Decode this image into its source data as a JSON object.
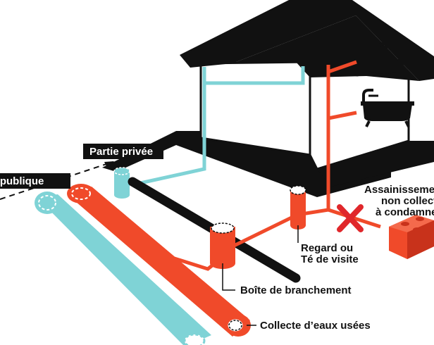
{
  "labels": {
    "partie_privee": "Partie privée",
    "partie_publique": "Partie publique",
    "assainissement_line1": "Assainissement",
    "assainissement_line2": "non collectif",
    "assainissement_line3": "à condamner",
    "regard_line1": "Regard ou",
    "regard_line2": "Té de visite",
    "boite": "Boîte de branchement",
    "collecte": "Collecte d’eaux usées"
  },
  "colors": {
    "red": "#F04A2A",
    "dark_red": "#C8321B",
    "cyan": "#7FD3D6",
    "black": "#111111",
    "cross": "#E0272B"
  },
  "icons": [
    "sink-icon",
    "bathtub-icon",
    "septic-tank-icon",
    "cross-icon"
  ]
}
